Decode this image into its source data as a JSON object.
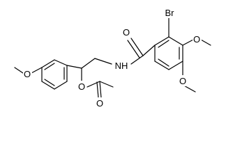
{
  "molecule": {
    "atoms": {
      "br": "Br",
      "amide_o": "O",
      "nh": "NH",
      "ome_left_o": "O",
      "ome_right_top_o": "O",
      "ome_right_bottom_o": "O",
      "ester_o": "O",
      "carbonyl_o": "O"
    },
    "colors": {
      "bond": "#000000",
      "text": "#000000",
      "background": "#ffffff"
    }
  }
}
